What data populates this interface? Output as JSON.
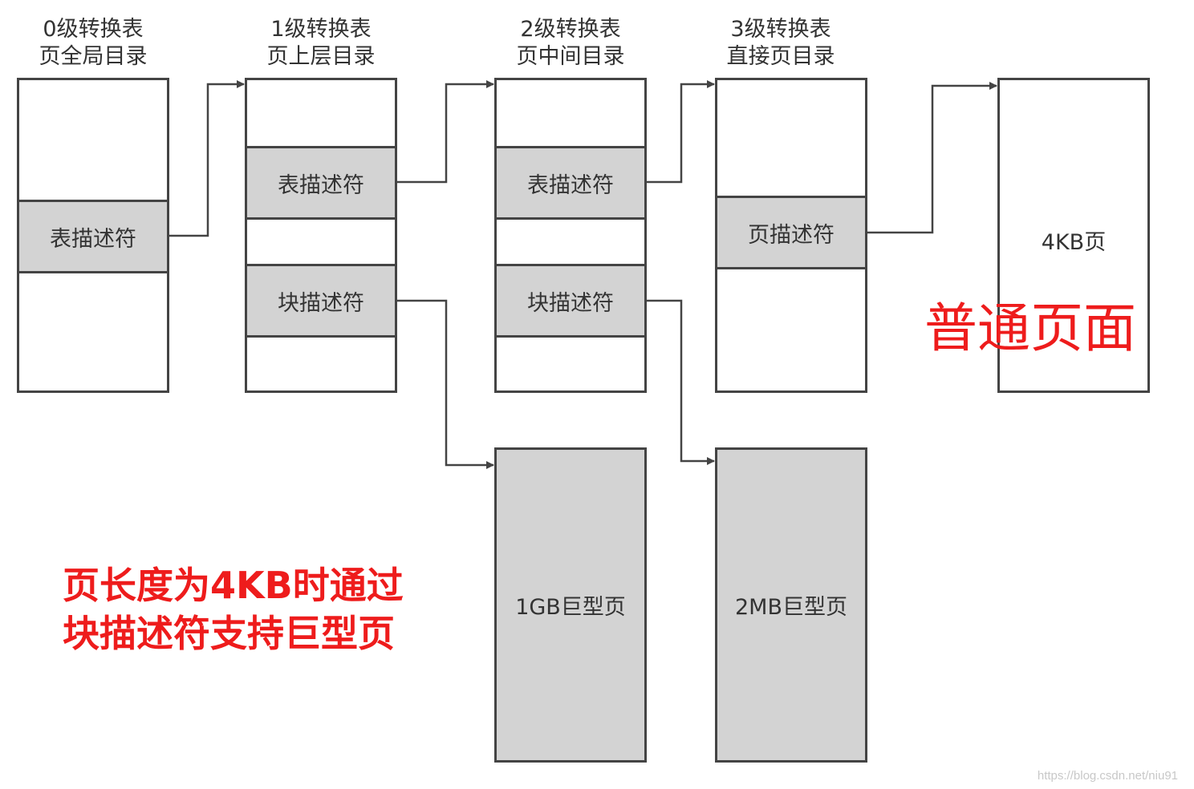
{
  "levels": [
    {
      "line1": "0级转换表",
      "line2": "页全局目录"
    },
    {
      "line1": "1级转换表",
      "line2": "页上层目录"
    },
    {
      "line1": "2级转换表",
      "line2": "页中间目录"
    },
    {
      "line1": "3级转换表",
      "line2": "直接页目录"
    }
  ],
  "cells": {
    "table_descriptor": "表描述符",
    "block_descriptor": "块描述符",
    "page_descriptor": "页描述符"
  },
  "pages": {
    "page_4kb": "4KB页",
    "huge_1gb": "1GB巨型页",
    "huge_2mb": "2MB巨型页"
  },
  "annotations": {
    "normal_page": "普通页面",
    "note_line1": "页长度为4KB时通过",
    "note_line2": "块描述符支持巨型页"
  },
  "watermark": "https://blog.csdn.net/niu91",
  "colors": {
    "border": "#444444",
    "fill": "#d3d3d3",
    "accent_red": "#ee1c1c"
  }
}
